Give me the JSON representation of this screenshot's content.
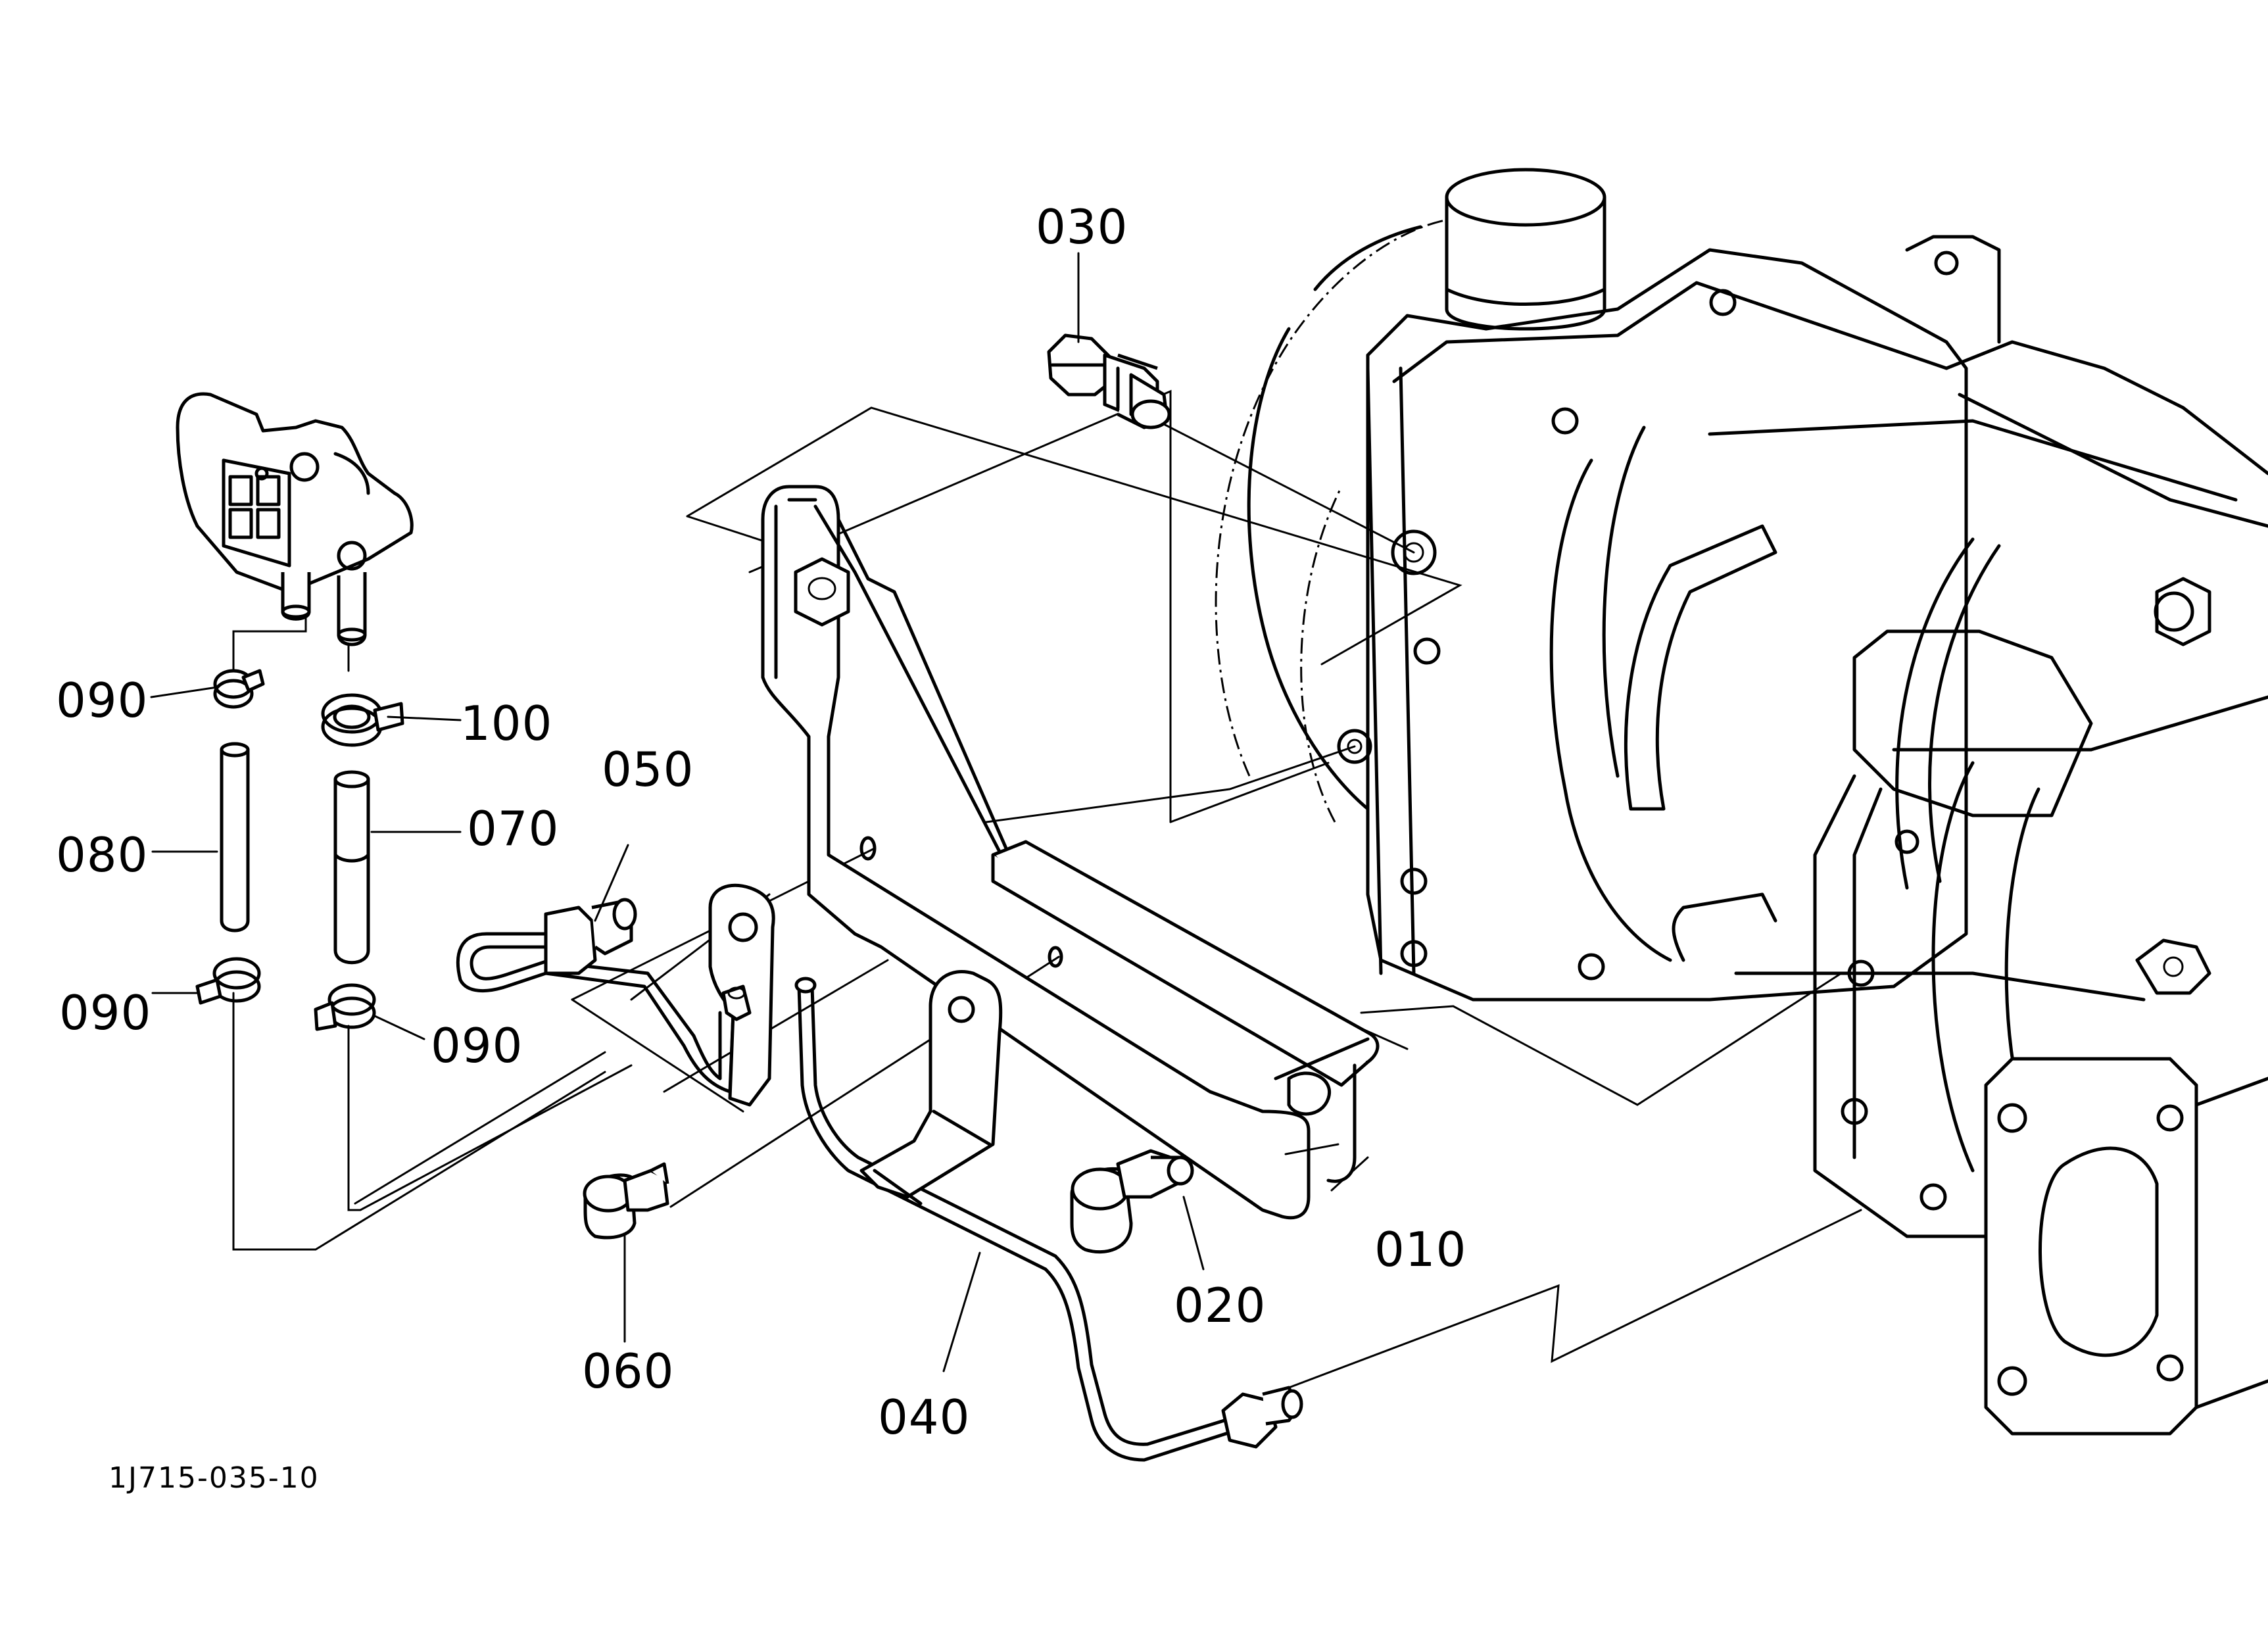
{
  "diagram_code": "1J715-035-10",
  "callouts": {
    "p010": "010",
    "p020": "020",
    "p030": "030",
    "p040": "040",
    "p050": "050",
    "p060": "060",
    "p070": "070",
    "p080": "080",
    "p090a": "090",
    "p090b": "090",
    "p090c": "090",
    "p100": "100"
  }
}
